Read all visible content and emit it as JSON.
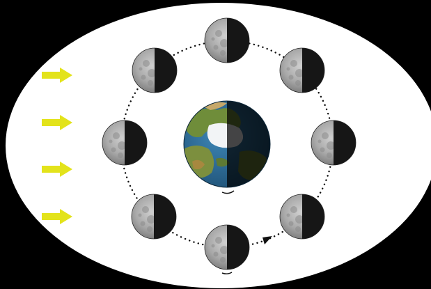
{
  "colors": {
    "background": "#000000",
    "field": "#ffffff",
    "sunlight_arrow": "#e3e31b",
    "orbit_dots": "#111111",
    "moon_lit": "#b4b4b4",
    "moon_dark": "#161616",
    "earth_ocean": "#2f6f9a",
    "earth_land": "#6f8d3a",
    "earth_ice": "#f2f4f6"
  },
  "sunlight": {
    "direction": "left-to-right",
    "arrow_count": 4,
    "icon": "sunlight-arrow-icon"
  },
  "earth": {
    "icon": "earth-globe-icon",
    "lit_side": "left"
  },
  "orbit": {
    "style": "dotted",
    "direction_icon": "orbit-direction-arrowhead-icon"
  },
  "moons": [
    {
      "name": "moon-top",
      "lit_side": "left"
    },
    {
      "name": "moon-upper-right",
      "lit_side": "left"
    },
    {
      "name": "moon-right",
      "lit_side": "left"
    },
    {
      "name": "moon-lower-right",
      "lit_side": "left"
    },
    {
      "name": "moon-bottom",
      "lit_side": "left"
    },
    {
      "name": "moon-lower-left",
      "lit_side": "left"
    },
    {
      "name": "moon-left",
      "lit_side": "left"
    },
    {
      "name": "moon-upper-left",
      "lit_side": "left"
    }
  ]
}
